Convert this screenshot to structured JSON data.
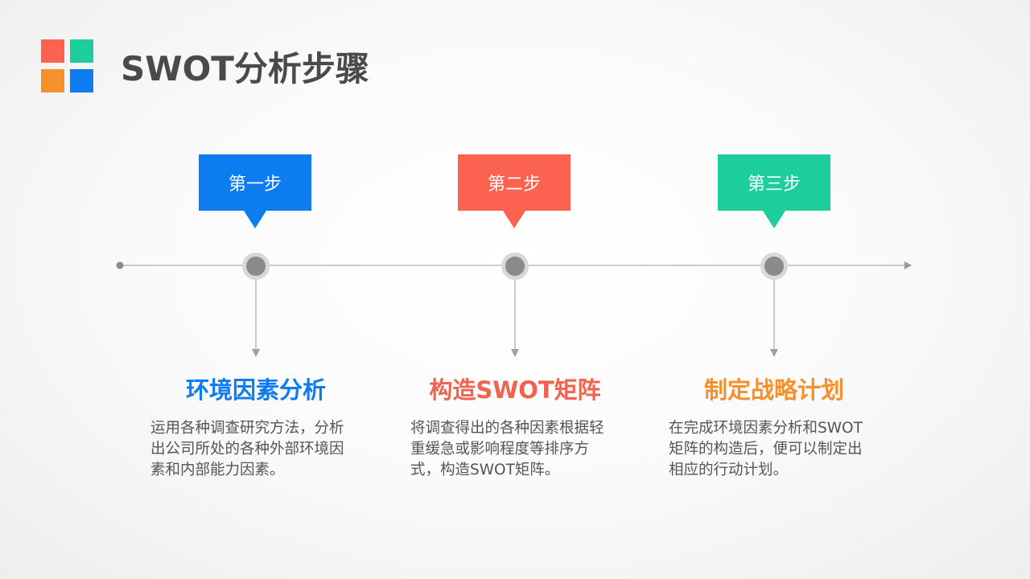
{
  "title": "SWOT分析步骤",
  "colors": {
    "blue": "#0c7cf0",
    "red": "#fc6250",
    "green": "#1dcd9c",
    "orange": "#f6902a",
    "title_gray": "#4a4a4a",
    "line_gray": "#a0a0a0",
    "node_gray": "#888888"
  },
  "steps": [
    {
      "label": "第一步",
      "title": "环境因素分析",
      "description": "运用各种调查研究方法，分析出公司所处的各种外部环境因素和内部能力因素。",
      "box_color": "#0c7cf0",
      "title_color": "#0c7cf0"
    },
    {
      "label": "第二步",
      "title": "构造SWOT矩阵",
      "description": "将调查得出的各种因素根据轻重缓急或影响程度等排序方式，构造SWOT矩阵。",
      "box_color": "#fc6250",
      "title_color": "#f2634f"
    },
    {
      "label": "第三步",
      "title": "制定战略计划",
      "description": "在完成环境因素分析和SWOT矩阵的构造后，便可以制定出相应的行动计划。",
      "box_color": "#1dcd9c",
      "title_color": "#f6902a"
    }
  ]
}
